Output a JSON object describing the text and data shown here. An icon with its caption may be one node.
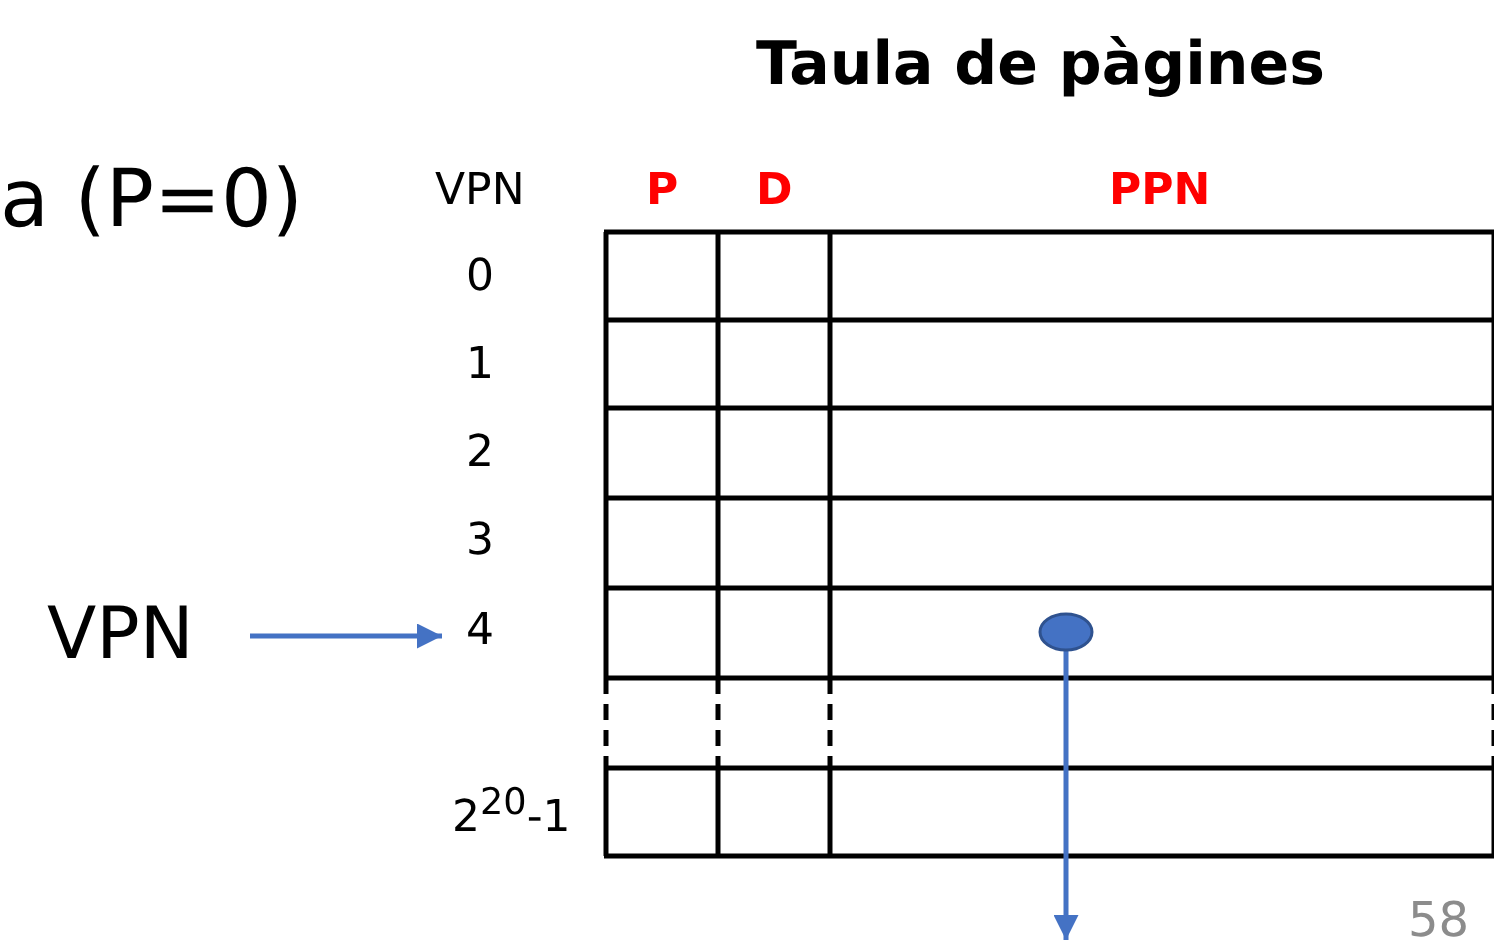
{
  "diagram": {
    "title": "Taula de pàgines",
    "nodes": [
      {
        "text": [
          "VPN"
        ]
      },
      {
        "text": [
          "4"
        ]
      },
      {
        "text": [],
        "shape": "circle"
      }
    ],
    "edges": [
      {
        "from": 0,
        "to": 1,
        "arrow": "to"
      },
      {
        "from": 2,
        "to": null,
        "arrow": "to"
      }
    ],
    "labels": [
      "a (P=0)",
      "VPN",
      "P",
      "D",
      "PPN",
      "0",
      "1",
      "2",
      "3",
      "2$^{20}$-1",
      "58"
    ]
  }
}
